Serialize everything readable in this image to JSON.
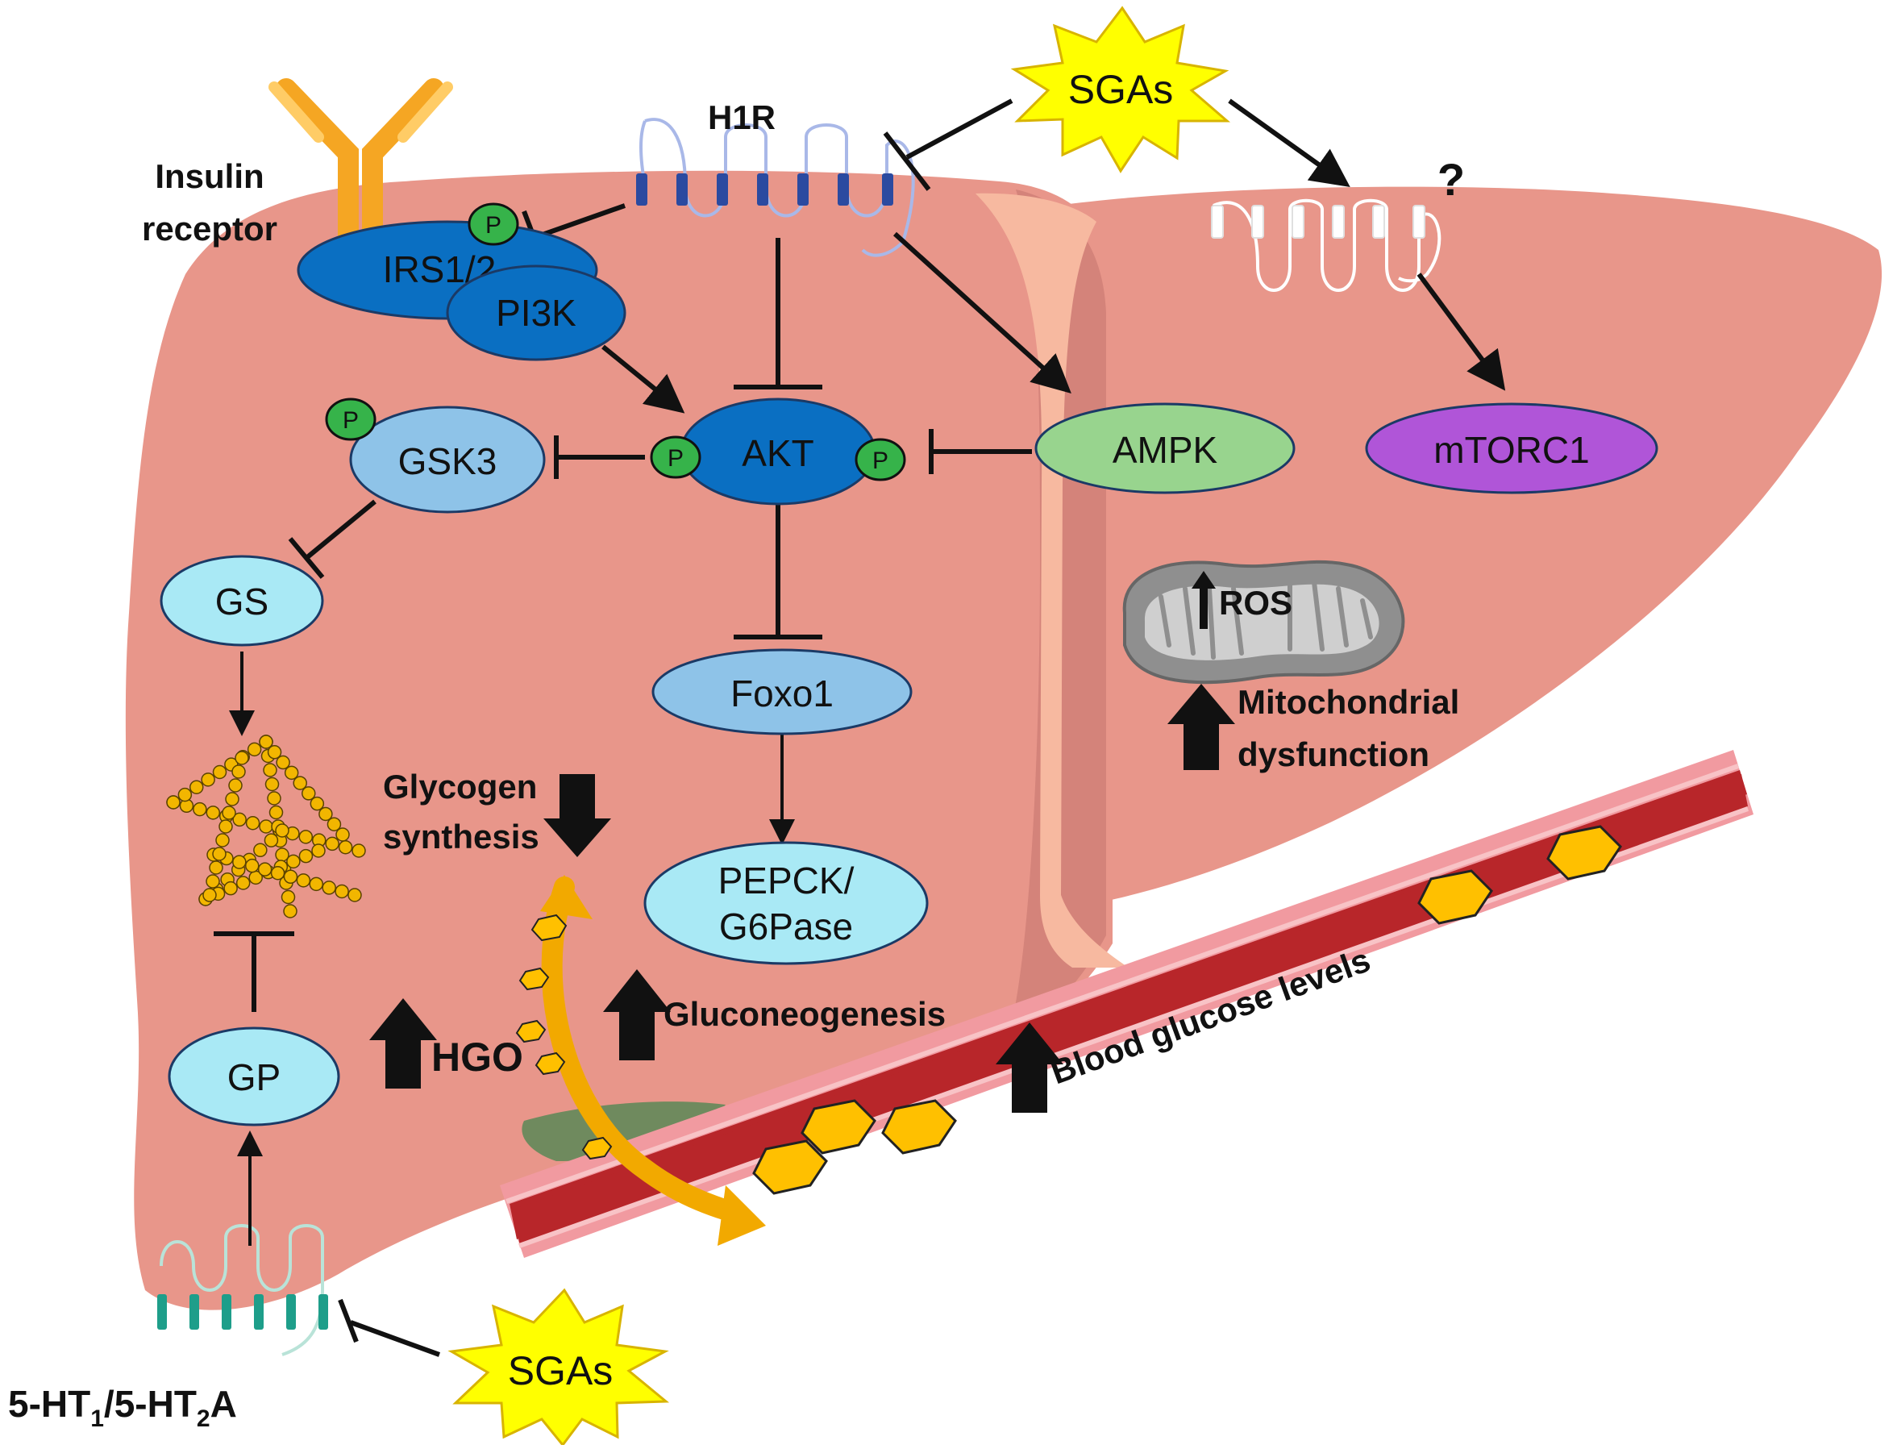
{
  "receptors": {
    "h1r": "H1R",
    "insulin_line1": "Insulin",
    "insulin_line2": "receptor",
    "unknown": "?",
    "serotonin_prefix": "5-HT",
    "serotonin_sub1": "1",
    "serotonin_mid": "/5-HT",
    "serotonin_sub2": "2",
    "serotonin_suffix": "A"
  },
  "drugs": {
    "top": "SGAs",
    "bottom": "SGAs"
  },
  "nodes": {
    "irs": "IRS1/2",
    "pi3k": "PI3K",
    "akt": "AKT",
    "gsk3": "GSK3",
    "ampk": "AMPK",
    "mtorc1": "mTORC1",
    "gs": "GS",
    "foxo1": "Foxo1",
    "pepck_line1": "PEPCK/",
    "pepck_line2": "G6Pase",
    "gp": "GP",
    "phospho": "P"
  },
  "labels": {
    "glycogen_line1": "Glycogen",
    "glycogen_line2": "synthesis",
    "hgo": "HGO",
    "gluconeogenesis": "Gluconeogenesis",
    "ros": "ROS",
    "mito_line1": "Mitochondrial",
    "mito_line2": "dysfunction",
    "blood_glucose": "Blood glucose levels"
  },
  "colors": {
    "liver": "#e8968a",
    "liver_shadow": "#d4837a",
    "ligament": "#f7b9a0",
    "gallbladder": "#6f8a5e",
    "insulin_receptor": "#f5a623",
    "dark_blue": "#0a6fc2",
    "mid_blue": "#8ec3e8",
    "light_cyan": "#a9e9f5",
    "ampk_green": "#98d48e",
    "mtorc_purple": "#b055d8",
    "phospho_green": "#36b34a",
    "vessel_red": "#b8262a",
    "vessel_pink": "#f19aa0",
    "glucose": "#ffc000",
    "sga_yellow": "#ffff00",
    "h1r_blue": "#2b4aa0",
    "ht_teal": "#1e9e8a"
  }
}
